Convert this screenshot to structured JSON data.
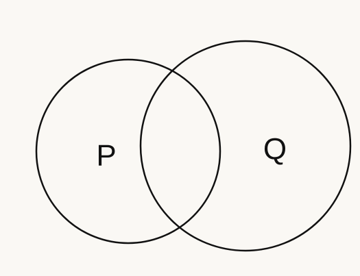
{
  "diagram": {
    "type": "venn",
    "sets": [
      {
        "label": "P"
      },
      {
        "label": "Q"
      }
    ],
    "colors": {
      "background": "#faf8f4",
      "stroke": "#111111",
      "text": "#111111"
    }
  }
}
